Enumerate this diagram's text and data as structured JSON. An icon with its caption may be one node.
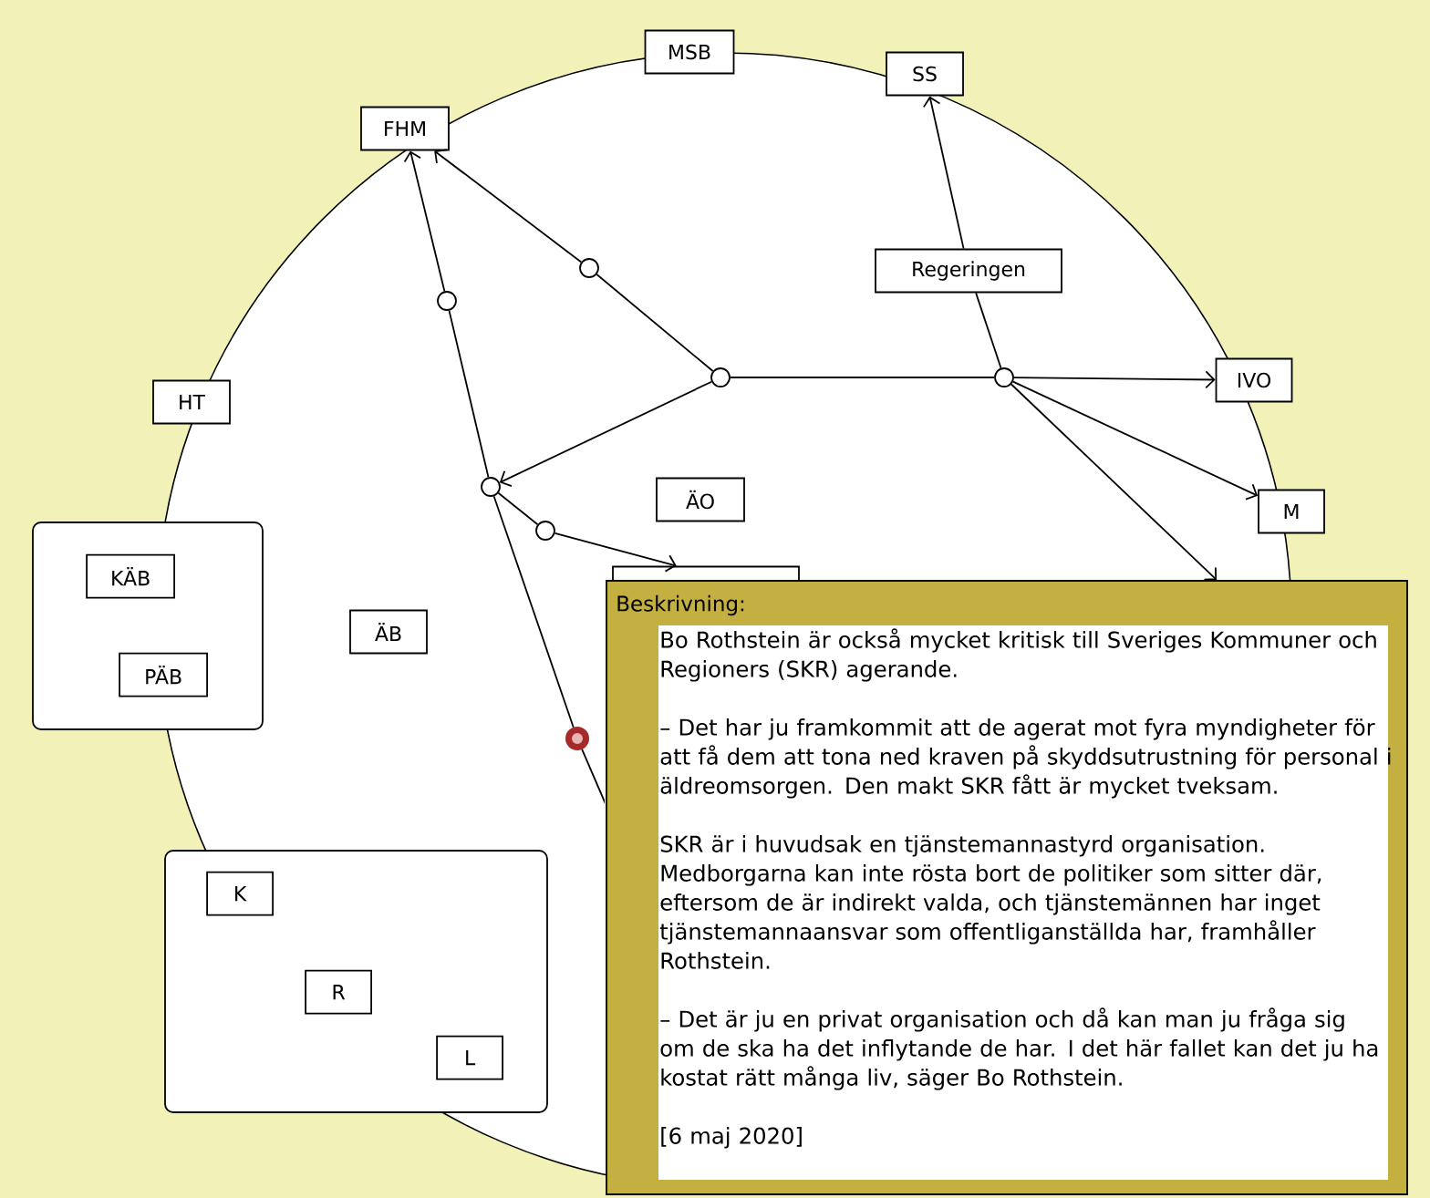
{
  "diagram": {
    "nodes": [
      {
        "text": [
          "MSB"
        ]
      },
      {
        "text": [
          "SS"
        ]
      },
      {
        "text": [
          "FHM"
        ]
      },
      {
        "text": [
          "Regeringen"
        ]
      },
      {
        "text": [
          "HT"
        ]
      },
      {
        "text": [
          "IVO"
        ]
      },
      {
        "text": [
          "ÄO"
        ]
      },
      {
        "text": [
          "M"
        ]
      },
      {
        "text": [],
        "shape": "box"
      },
      {
        "text": [],
        "shape": "box"
      },
      {
        "text": [
          "KÄB"
        ],
        "in": 9
      },
      {
        "text": [
          "PÄB"
        ],
        "in": 9
      },
      {
        "text": [
          "ÄB"
        ]
      },
      {
        "text": [],
        "shape": "box"
      },
      {
        "text": [
          "K"
        ],
        "in": 13
      },
      {
        "text": [
          "R"
        ],
        "in": 13
      },
      {
        "text": [
          "L"
        ],
        "in": 13
      },
      {
        "text": [],
        "shape": "circle"
      },
      {
        "text": [],
        "shape": "circle"
      },
      {
        "text": [],
        "shape": "circle"
      },
      {
        "text": [],
        "shape": "circle"
      },
      {
        "text": [],
        "shape": "circle"
      },
      {
        "text": [],
        "shape": "circle"
      },
      {
        "text": [],
        "shape": "circle"
      },
      {
        "text": [
          "Beskrivning:",
          "Bo Rothstein är också mycket kritisk till Sveriges Kommuner och Regioners (SKR) agerande.",
          "– Det har ju framkommit att de agerat mot fyra myndigheter för att få dem att tona ned kraven på skyddsutrustning för personal i äldreomsorgen. Den makt SKR fått är mycket tveksam.",
          "SKR är i huvudsak en tjänstemannastyrd organisation. Medborgarna kan inte rösta bort de politiker som sitter där, eftersom de är indirekt valda, och tjänstemännen har inget tjänstemannaansvar som offentliganställda har, framhåller Rothstein.",
          "– Det är ju en privat organisation och då kan man ju fråga sig om de ska ha det inflytande de har. I det här fallet kan det ju ha kostat rätt många liv, säger Bo Rothstein.",
          "[6 maj 2020]"
        ]
      }
    ],
    "edges": [
      {
        "from": 17,
        "to": 20,
        "arrow": "none"
      },
      {
        "from": 20,
        "to": 2,
        "arrow": "to"
      },
      {
        "from": 19,
        "to": 21,
        "arrow": "none"
      },
      {
        "from": 21,
        "to": 2,
        "arrow": "to"
      },
      {
        "from": 17,
        "to": 18,
        "arrow": "none"
      },
      {
        "from": 18,
        "to": 5,
        "arrow": "to"
      },
      {
        "from": 3,
        "to": 1,
        "arrow": "to"
      },
      {
        "from": 3,
        "to": 18,
        "arrow": "none"
      },
      {
        "from": 18,
        "to": 7,
        "arrow": "to"
      },
      {
        "from": 18,
        "to": 24,
        "arrow": "to"
      },
      {
        "from": 17,
        "to": 19,
        "arrow": "to"
      },
      {
        "from": 19,
        "to": 22,
        "arrow": "none"
      },
      {
        "from": 22,
        "to": 8,
        "arrow": "to"
      },
      {
        "from": 19,
        "to": 23,
        "arrow": "none"
      },
      {
        "from": 23,
        "to": 24,
        "arrow": "none"
      }
    ]
  }
}
